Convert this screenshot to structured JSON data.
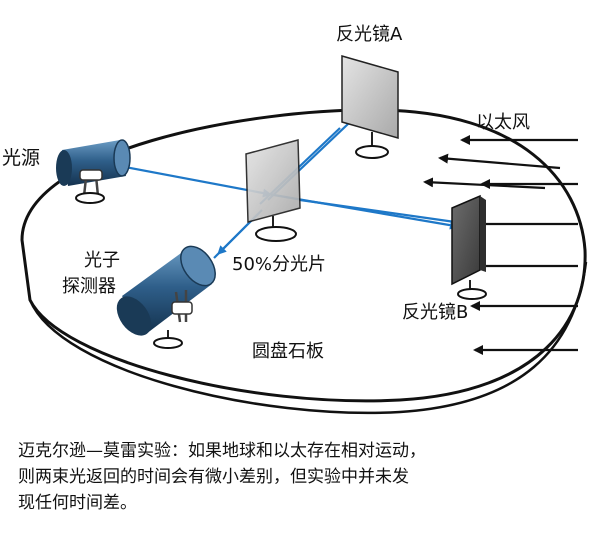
{
  "labels": {
    "light_source": "光源",
    "mirror_a": "反光镜A",
    "ether_wind": "以太风",
    "beam_splitter": "50%分光片",
    "detector_line1": "光子",
    "detector_line2": "探测器",
    "mirror_b": "反光镜B",
    "stone_disc": "圆盘石板"
  },
  "caption": {
    "line1": "迈克尔逊—莫雷实验：如果地球和以太存在相对运动，",
    "line2": "则两束光返回的时间会有微小差别，但实验中并未发",
    "line3": "现任何时间差。"
  },
  "colors": {
    "beam": "#1e78c8",
    "disc_outline": "#111111",
    "mirror_face": "#c8c8c8",
    "mirror_b_face": "#555555",
    "tube_dark": "#1a3a56",
    "tube_light": "#4e82ac"
  }
}
